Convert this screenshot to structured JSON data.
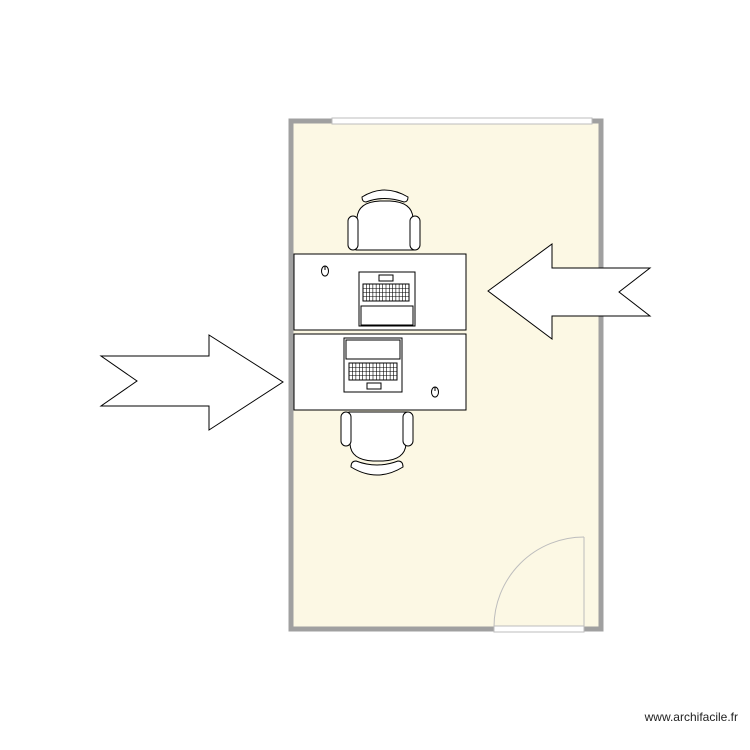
{
  "colors": {
    "floor": "#fcf8e4",
    "wall": "#a0a0a0",
    "stroke": "#000000",
    "furniture_fill": "#ffffff"
  },
  "elements": {
    "room": "room",
    "window": "window",
    "door": "door",
    "desk_top": "desk",
    "desk_bottom": "desk",
    "chair_top": "chair",
    "chair_bottom": "chair",
    "laptop_top": "laptop",
    "laptop_bottom": "laptop",
    "mouse_top": "mouse",
    "mouse_bottom": "mouse",
    "arrow_left": "arrow-right-icon",
    "arrow_right": "arrow-left-icon"
  },
  "watermark": "www.archifacile.fr"
}
